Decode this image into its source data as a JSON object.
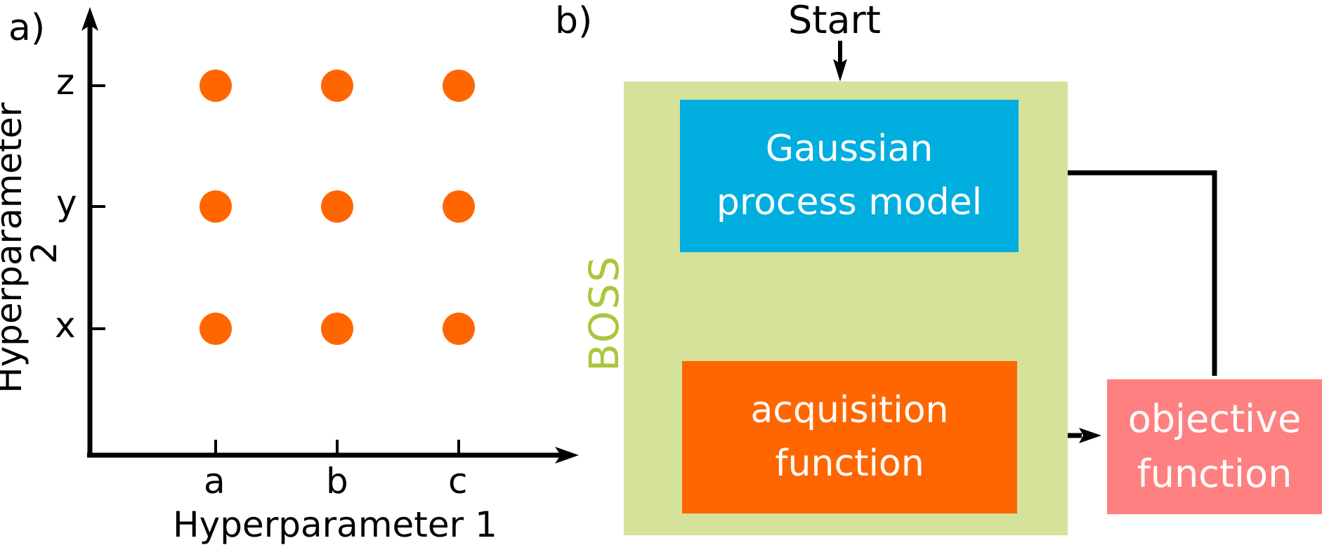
{
  "panel_a": {
    "label": "a)",
    "xlabel": "Hyperparameter 1",
    "ylabel": "Hyperparameter 2",
    "x_ticks": [
      "a",
      "b",
      "c"
    ],
    "y_ticks": [
      "x",
      "y",
      "z"
    ],
    "point_color": "#ff6600"
  },
  "panel_b": {
    "label": "b)",
    "start_label": "Start",
    "container_label": "BOSS",
    "container_color": "#d5e29a",
    "container_label_color": "#a9c73b",
    "gp_box": {
      "line1": "Gaussian",
      "line2": "process model",
      "color": "#00aedf"
    },
    "acq_box": {
      "line1": "acquisition",
      "line2": "function",
      "color": "#ff6600"
    },
    "obj_box": {
      "line1": "objective",
      "line2": "function",
      "color": "#ff8080"
    }
  },
  "chart_data": {
    "type": "scatter",
    "title": "",
    "xlabel": "Hyperparameter 1",
    "ylabel": "Hyperparameter 2",
    "x_categories": [
      "a",
      "b",
      "c"
    ],
    "y_categories": [
      "x",
      "y",
      "z"
    ],
    "points": [
      {
        "x": "a",
        "y": "x"
      },
      {
        "x": "b",
        "y": "x"
      },
      {
        "x": "c",
        "y": "x"
      },
      {
        "x": "a",
        "y": "y"
      },
      {
        "x": "b",
        "y": "y"
      },
      {
        "x": "c",
        "y": "y"
      },
      {
        "x": "a",
        "y": "z"
      },
      {
        "x": "b",
        "y": "z"
      },
      {
        "x": "c",
        "y": "z"
      }
    ],
    "grid": false
  }
}
